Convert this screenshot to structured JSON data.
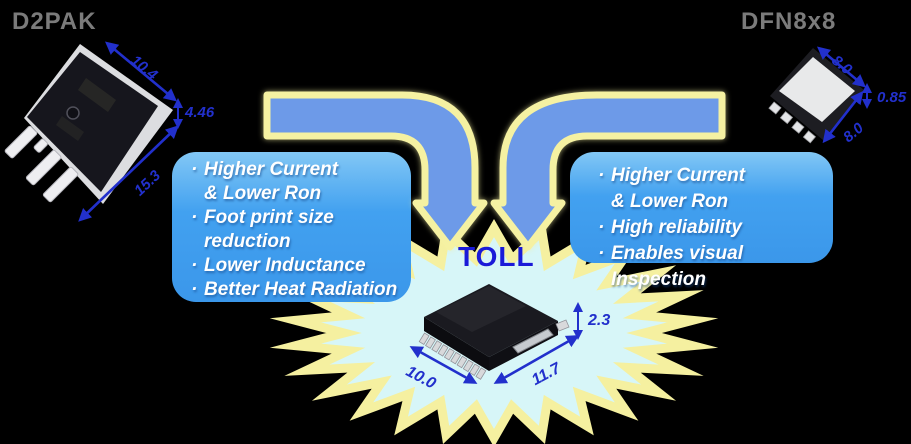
{
  "packages": {
    "d2pak": {
      "label": "D2PAK",
      "dim_top": "10.4",
      "dim_thickness": "4.46",
      "dim_bottom": "15.3"
    },
    "dfn8x8": {
      "label": "DFN8x8",
      "dim_top": "8.0",
      "dim_thickness": "0.85",
      "dim_bottom": "8.0"
    },
    "toll": {
      "label": "TOLL",
      "dim_left": "10.0",
      "dim_right": "11.7",
      "dim_height": "2.3"
    }
  },
  "left_callout": {
    "bullet": "·",
    "items": [
      {
        "l1": "Higher Current",
        "l2": "& Lower Ron"
      },
      {
        "l1": "Foot print size",
        "l2": "reduction"
      },
      {
        "l1": "Lower Inductance"
      },
      {
        "l1": "Better Heat Radiation"
      }
    ]
  },
  "right_callout": {
    "bullet": "·",
    "items": [
      {
        "l1": "Higher Current",
        "l2": "& Lower Ron"
      },
      {
        "l1": "High reliability"
      },
      {
        "l1": "Enables visual Inspection"
      }
    ]
  },
  "colors": {
    "bg": "#000000",
    "arrow-fill": "#6d9ae8",
    "arrow-outline": "#f5f1a2",
    "burst-fill": "#d7f6f8",
    "burst-edge": "#f5f0a0",
    "callout-blue": "#41a0f0",
    "dim-blue": "#2230cc",
    "toll-blue": "#1a1ad8",
    "label-gray": "#7b7b7b"
  }
}
